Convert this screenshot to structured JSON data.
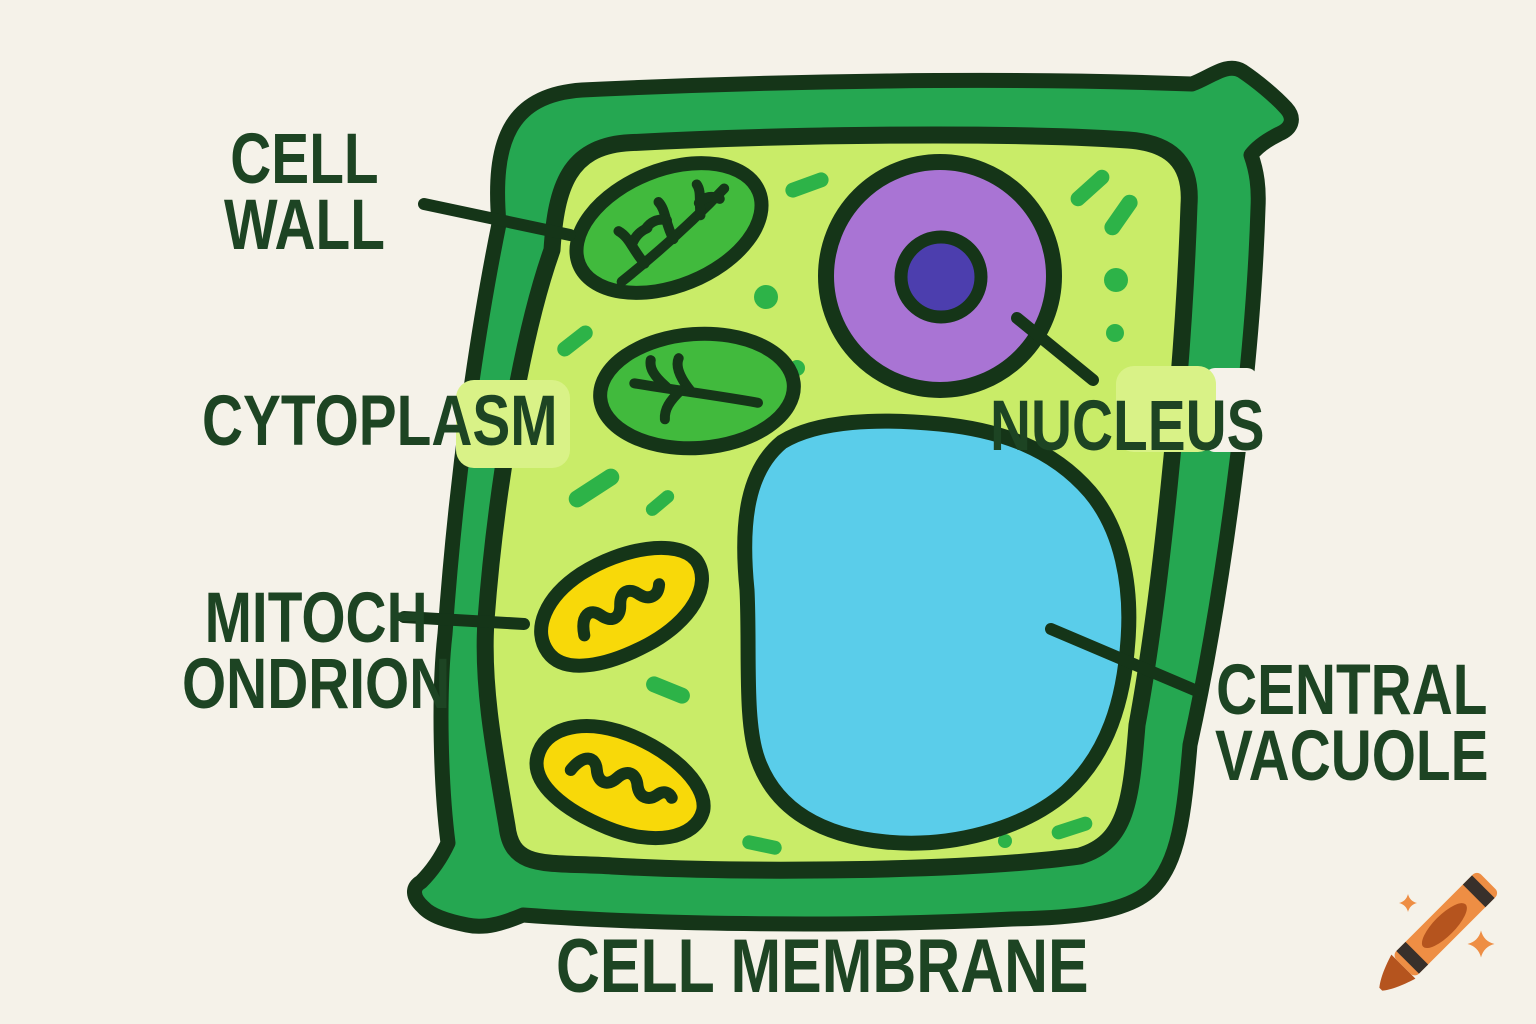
{
  "figure": "hand-drawn plant cell diagram",
  "labels": {
    "cell_wall": {
      "line1": "CELL",
      "line2": "WALL"
    },
    "cytoplasm": {
      "text": "CYTOPLASM"
    },
    "mitochondrion": {
      "line1": "MITOCH",
      "line2": "ONDRION"
    },
    "nucleus": {
      "text": "NUCLEUS"
    },
    "central_vacuole": {
      "line1": "CENTRAL",
      "line2": "VACUOLE"
    },
    "cell_membrane": {
      "text": "CELL MEMBRANE"
    }
  },
  "colors": {
    "background": "#f5f2e9",
    "outline": "#153518",
    "label_text": "#1d4423",
    "cell_wall_green": "#25a751",
    "cytoplasm_green": "#c9ec68",
    "label_patch": "#d9f287",
    "chloroplast_green": "#41ba3d",
    "granule_green": "#2db348",
    "mitochondrion_yellow": "#f8d909",
    "vacuole_cyan": "#5acdea",
    "nucleus_purple": "#a974d4",
    "nucleolus_blue": "#4c3eae",
    "crayon_orange": "#ee8e44",
    "crayon_dark_orange": "#b5541e",
    "crayon_band": "#38302b"
  },
  "logo": {
    "icon": "crayon-with-sparkles"
  }
}
